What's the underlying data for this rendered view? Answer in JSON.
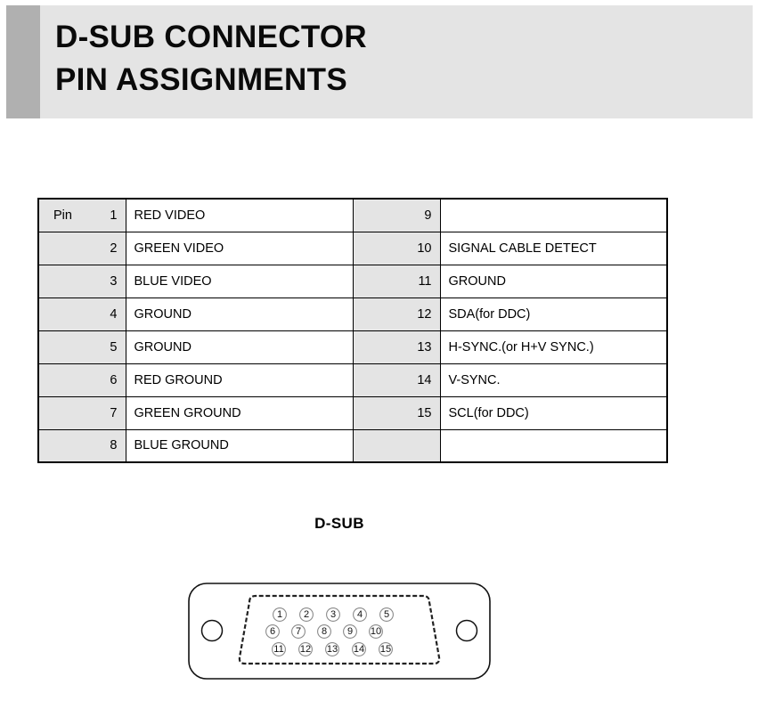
{
  "header": {
    "title": "D-SUB CONNECTOR\nPIN ASSIGNMENTS",
    "title_line1": "D-SUB CONNECTOR",
    "title_line2": "PIN ASSIGNMENTS",
    "accent_color": "#b0b0b0",
    "band_color": "#e4e4e4"
  },
  "table": {
    "pin_prefix_label": "Pin",
    "rows": [
      {
        "left_pin": "1",
        "left_desc": "RED VIDEO",
        "right_pin": "9",
        "right_desc": ""
      },
      {
        "left_pin": "2",
        "left_desc": "GREEN VIDEO",
        "right_pin": "10",
        "right_desc": "SIGNAL CABLE DETECT"
      },
      {
        "left_pin": "3",
        "left_desc": "BLUE VIDEO",
        "right_pin": "11",
        "right_desc": "GROUND"
      },
      {
        "left_pin": "4",
        "left_desc": "GROUND",
        "right_pin": "12",
        "right_desc": "SDA(for DDC)"
      },
      {
        "left_pin": "5",
        "left_desc": "GROUND",
        "right_pin": "13",
        "right_desc": "H-SYNC.(or H+V SYNC.)"
      },
      {
        "left_pin": "6",
        "left_desc": "RED GROUND",
        "right_pin": "14",
        "right_desc": "V-SYNC."
      },
      {
        "left_pin": "7",
        "left_desc": "GREEN GROUND",
        "right_pin": "15",
        "right_desc": "SCL(for DDC)"
      },
      {
        "left_pin": "8",
        "left_desc": "BLUE GROUND",
        "right_pin": "",
        "right_desc": ""
      }
    ],
    "cell_bg_pin": "#e4e4e4",
    "cell_bg_desc": "#ffffff",
    "border_color": "#000000"
  },
  "connector": {
    "label": "D-SUB",
    "pin_rows": [
      [
        "1",
        "2",
        "3",
        "4",
        "5"
      ],
      [
        "6",
        "7",
        "8",
        "9",
        "10"
      ],
      [
        "11",
        "12",
        "13",
        "14",
        "15"
      ]
    ],
    "screw_holes": 2,
    "outline_color": "#111111",
    "pin_outline_color": "#8a8a8a"
  }
}
